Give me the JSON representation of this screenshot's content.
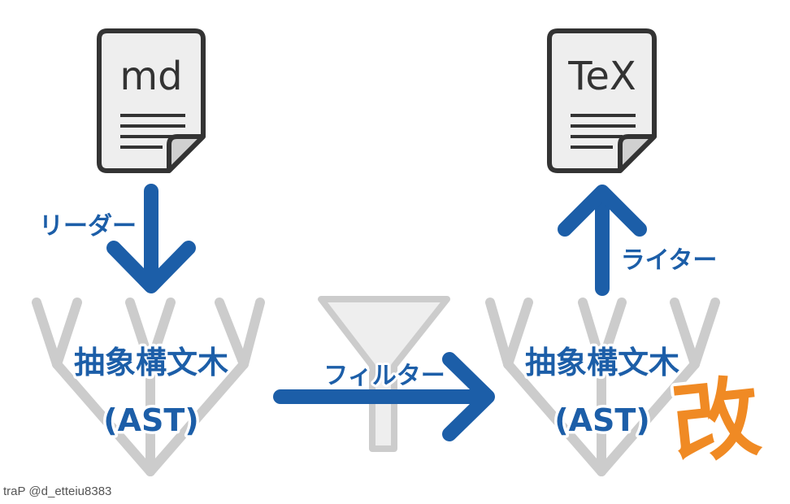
{
  "colors": {
    "accent_blue": "#1c5ea8",
    "doc_fill": "#eeeeee",
    "doc_stroke": "#333333",
    "tree_gray": "#cccccc",
    "kai_fill": "#f08a24",
    "kai_stroke": "#000000"
  },
  "source_doc": {
    "label": "md",
    "icon": "document-icon"
  },
  "target_doc": {
    "label": "TeX",
    "icon": "document-icon"
  },
  "reader_label": "リーダー",
  "writer_label": "ライター",
  "filter_label": "フィルター",
  "ast_left": {
    "line1": "抽象構文木",
    "line2": "(AST)"
  },
  "ast_right": {
    "line1": "抽象構文木",
    "line2": "(AST)"
  },
  "kai_label": "改",
  "credit": "traP @d_etteiu8383"
}
